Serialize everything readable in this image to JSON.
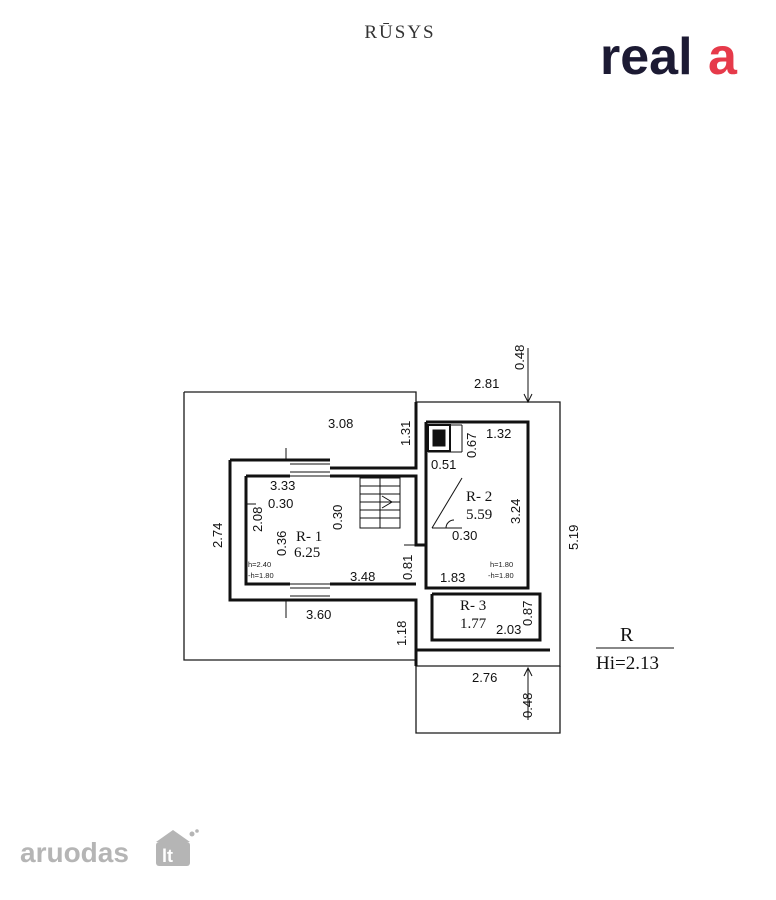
{
  "header": {
    "title": "RŪSYS"
  },
  "logo": {
    "text_main": "real",
    "text_accent": "a",
    "color_main": "#1c1a33",
    "color_accent": "#e63a4a"
  },
  "watermark": {
    "text": "aruodas",
    "suffix": "lt",
    "color": "#b5b5b5"
  },
  "dimensions": {
    "top_right_vertical": "0.48",
    "top_right_horizontal": "2.81",
    "upper_left_width": "3.08",
    "upper_step_height": "1.31",
    "r2_top_width": "1.32",
    "r2_chimney_height": "0.67",
    "r2_chimney_width": "0.51",
    "r1_top_width": "3.33",
    "r1_wall_left": "0.30",
    "r1_wall_stairs": "0.30",
    "r1_inner_height": "2.08",
    "outer_left_height": "2.74",
    "r1_niche": "0.36",
    "r2_height": "3.24",
    "outer_right_height": "5.19",
    "r1_r2_wall": "0.30",
    "r1_door": "0.81",
    "r1_bottom_width": "3.48",
    "r2_bottom_width": "1.83",
    "r3_side": "0.87",
    "r3_width": "2.03",
    "lower_left_width": "3.60",
    "lower_step_height": "1.18",
    "bottom_width": "2.76",
    "bottom_vertical": "0.48"
  },
  "rooms": [
    {
      "id": "R- 1",
      "area": "6.25"
    },
    {
      "id": "R- 2",
      "area": "5.59"
    },
    {
      "id": "R- 3",
      "area": "1.77"
    }
  ],
  "heights": {
    "r1_h": "h=2.40",
    "r1_hminus": "-h=1.80",
    "r2_h": "h=1.80",
    "r2_hminus": "-h=1.80"
  },
  "legend": {
    "label": "R",
    "value": "Hi=2.13"
  }
}
